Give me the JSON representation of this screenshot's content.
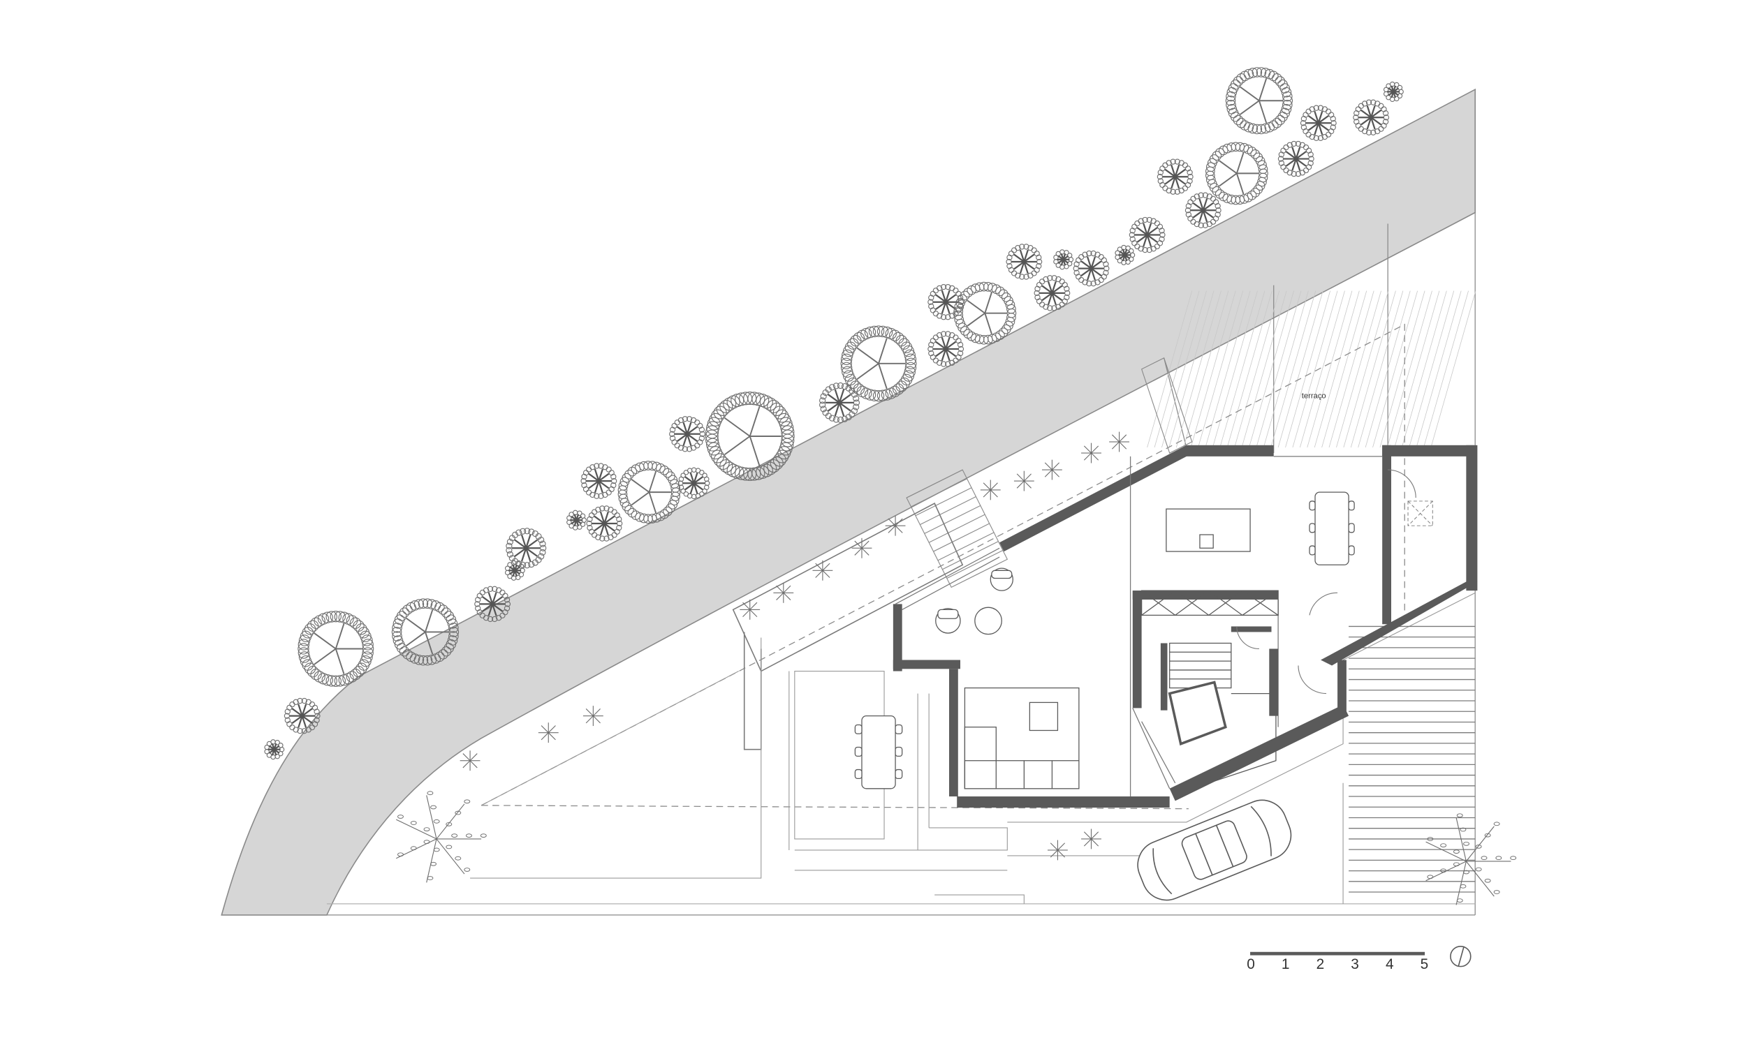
{
  "labels": {
    "terrace": "terraço"
  },
  "scale_bar": {
    "ticks": [
      "0",
      "1",
      "2",
      "3",
      "4",
      "5"
    ],
    "unit": ""
  },
  "colors": {
    "road": "#d4d4d4",
    "wall": "#5a5a5a",
    "line": "#7a7a7a",
    "tree": "#6e6e6e",
    "paper": "#ffffff"
  },
  "icons": {
    "north_arrow": "north-arrow-icon",
    "car": "convertible-car-icon",
    "tree": "tree-icon"
  }
}
